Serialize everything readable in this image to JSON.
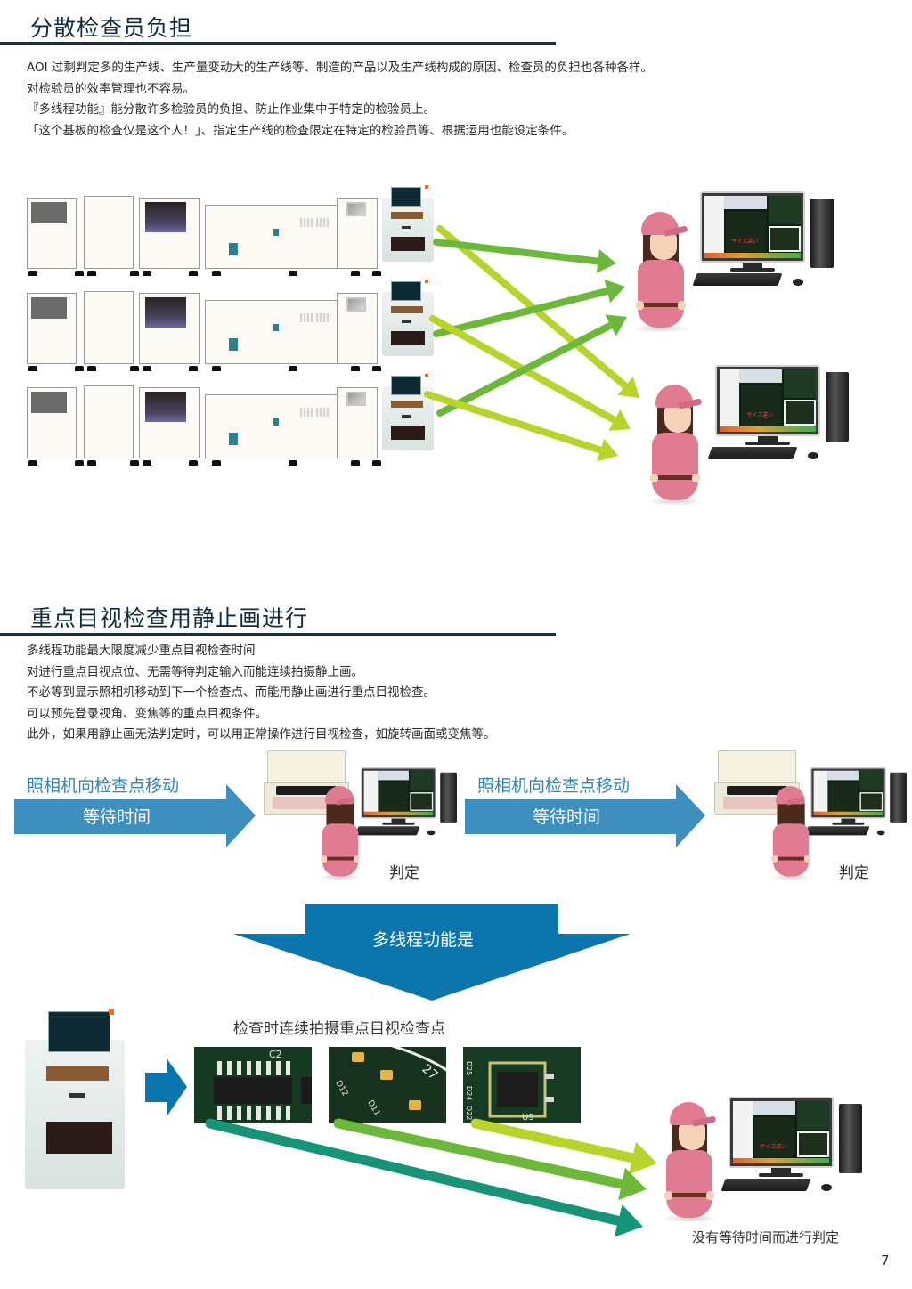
{
  "section1": {
    "title": "分散检查员负担",
    "paragraphs": [
      "AOI 过剩判定多的生产线、生产量变动大的生产线等、制造的产品以及生产线构成的原因、检查员的负担也各种各样。",
      "对检验员的效率管理也不容易。",
      "『多线程功能』能分散许多检验员的负担、防止作业集中于特定的检验员上。",
      "「这个基板的检查仅是这个人！」、指定生产线的检查限定在特定的检验员等、根据运用也能设定条件。"
    ],
    "diagram": {
      "production_lines": 3,
      "inspectors": 2,
      "monitor_overlay_text": "サイズ違い"
    }
  },
  "section2": {
    "title": "重点目视检查用静止画进行",
    "paragraphs": [
      "多线程功能最大限度减少重点目视检查时间",
      "对进行重点目视点位、无需等待判定输入而能连续拍摄静止画。",
      "不必等到显示照相机移动到下一个检查点、而能用静止画进行重点目视检查。",
      "可以预先登录视角、变焦等的重点目视条件。",
      "此外，如果用静止画无法判定时，可以用正常操作进行目视检查，如旋转画面或变焦等。"
    ],
    "flow_steps": [
      {
        "caption": "照相机向检查点移动",
        "arrow_text": "等待时间",
        "result": "判定"
      },
      {
        "caption": "照相机向检查点移动",
        "arrow_text": "等待时间",
        "result": "判定"
      }
    ],
    "transition_arrow_text": "多线程功能是",
    "photos_caption": "检查时连续拍摄重点目视检查点",
    "photo_labels": [
      [
        "C2"
      ],
      [
        "D12",
        "D11",
        "27"
      ],
      [
        "D25",
        "D24",
        "D22",
        "U9"
      ]
    ],
    "final_caption": "没有等待时间而进行判定"
  },
  "colors": {
    "title": "#0f2a3d",
    "rule": "#14334a",
    "flow_arrow": "#3d8fbf",
    "transition_arrow": "#0b75ad",
    "arrow_green": "#6cb93a",
    "arrow_lime": "#b8d42a",
    "arrow_teal": "#159477"
  },
  "page_number": "7"
}
